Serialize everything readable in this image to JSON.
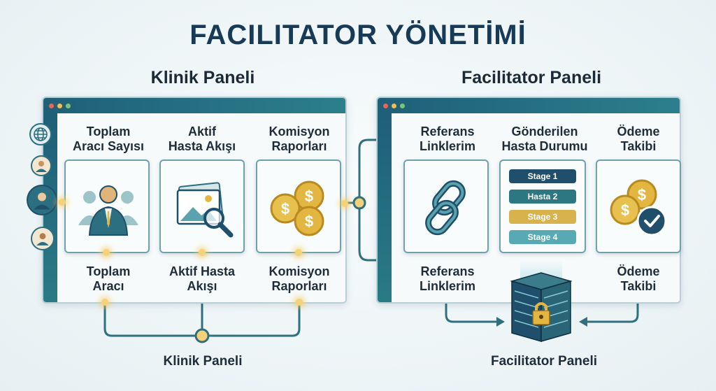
{
  "title": "FACILITATOR YÖNETİMİ",
  "colors": {
    "primary": "#1f5f78",
    "accent_gold": "#e2b640",
    "teal": "#2c7f8c",
    "title": "#173a57"
  },
  "clinic_panel": {
    "title": "Klinik Paneli",
    "cards": [
      {
        "top_label_1": "Toplam",
        "top_label_2": "Aracı Sayısı",
        "bottom_label_1": "Toplam",
        "bottom_label_2": "Aracı",
        "icon": "people-icon"
      },
      {
        "top_label_1": "Aktif",
        "top_label_2": "Hasta Akışı",
        "bottom_label_1": "Aktif Hasta",
        "bottom_label_2": "Akışı",
        "icon": "image-search-icon"
      },
      {
        "top_label_1": "Komisyon",
        "top_label_2": "Raporları",
        "bottom_label_1": "Komisyon",
        "bottom_label_2": "Raporları",
        "icon": "coins-icon"
      }
    ],
    "footer_label": "Klinik Paneli",
    "side_icons": [
      "globe-icon",
      "user-icon",
      "user-icon",
      "user-icon"
    ]
  },
  "facilitator_panel": {
    "title": "Facilitator Paneli",
    "cards": [
      {
        "top_label_1": "Referans",
        "top_label_2": "Linklerim",
        "bottom_label_1": "Referans",
        "bottom_label_2": "Linklerim",
        "icon": "link-icon"
      },
      {
        "top_label_1": "Gönderilen",
        "top_label_2": "Hasta Durumu",
        "icon": "stages-icon"
      },
      {
        "top_label_1": "Ödeme",
        "top_label_2": "Takibi",
        "bottom_label_1": "Ödeme",
        "bottom_label_2": "Takibi",
        "icon": "coin-check-icon"
      }
    ],
    "stages": [
      {
        "label": "Stage 1",
        "color": "#1f4f6a"
      },
      {
        "label": "Hasta 2",
        "color": "#2d7783"
      },
      {
        "label": "Stage 3",
        "color": "#d8b24c"
      },
      {
        "label": "Stage 4",
        "color": "#57a9b4"
      }
    ],
    "footer_label": "Facilitator Paneli",
    "server_icon": "server-lock-icon"
  }
}
